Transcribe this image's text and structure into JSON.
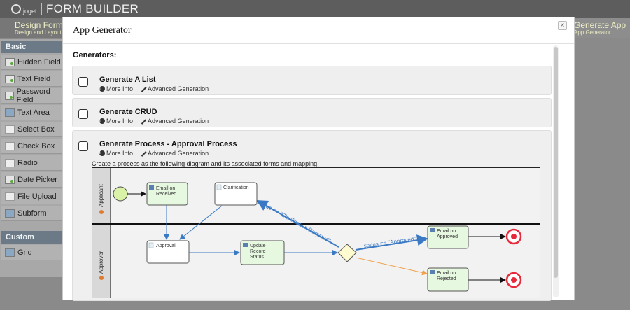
{
  "header": {
    "logo_text": "joget",
    "title": "FORM BUILDER"
  },
  "tabs": {
    "left": {
      "title": "Design Form",
      "subtitle": "Design and Layout"
    },
    "right": {
      "title": "Generate App",
      "subtitle": "App Generator"
    }
  },
  "palette": {
    "basic_label": "Basic",
    "custom_label": "Custom",
    "basic_items": [
      "Hidden Field",
      "Text Field",
      "Password Field",
      "Text Area",
      "Select Box",
      "Check Box",
      "Radio",
      "Date Picker",
      "File Upload",
      "Subform"
    ],
    "custom_items": [
      "Grid"
    ]
  },
  "modal": {
    "title": "App Generator",
    "close_symbol": "×",
    "generators_label": "Generators:",
    "generators": [
      {
        "name": "Generate A List",
        "more_info": "More Info",
        "advanced": "Advanced Generation"
      },
      {
        "name": "Generate CRUD",
        "more_info": "More Info",
        "advanced": "Advanced Generation"
      },
      {
        "name": "Generate Process - Approval Process",
        "more_info": "More Info",
        "advanced": "Advanced Generation",
        "description": "Create a process as the following diagram and its associated forms and mapping."
      }
    ]
  },
  "diagram": {
    "lanes": [
      "Applicant",
      "Approver"
    ],
    "activities": {
      "email_received": "Email on Received",
      "clarification": "Clarification",
      "approval": "Approval",
      "update_status": "Update Record Status",
      "email_approved": "Email on Approved",
      "email_rejected": "Email on Rejected"
    },
    "conditions": {
      "clarification": "status == \"Clarification Required\"",
      "approved": "status == \"Approved\""
    },
    "colors": {
      "tool_fill": "#e6f8df",
      "form_fill": "#ffffff",
      "lane_fill": "#f2f2f2",
      "flow_blue": "#3a79c4",
      "flow_orange": "#f0a24a",
      "start_fill": "#d9f2a8",
      "end_red": "#e8293b",
      "gateway_fill": "#fffbd0"
    }
  }
}
